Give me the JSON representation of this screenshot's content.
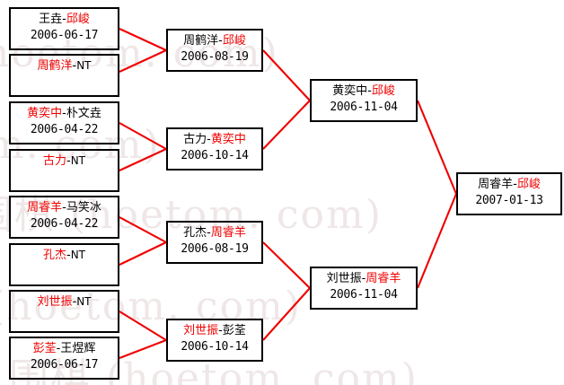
{
  "watermark": {
    "text_latin": "hoetom. com)",
    "text_cjk": "围棋 (h",
    "rows": [
      "hoetom. com)",
      "hoetom. com)",
      "围棋 (hoetom. com)",
      "围棋 (hoetom. com)",
      "围棋 (hoetom. com)"
    ]
  },
  "colors": {
    "winner": "#ef0000",
    "loser": "#000000",
    "connector": "#ef0000",
    "box_border": "#000000",
    "background": "#ffffff"
  },
  "bracket": {
    "rounds": [
      {
        "name": "round-1",
        "matches": [
          {
            "id": "r1m1",
            "player_a": "王垚",
            "player_b": "邱峻",
            "a_winner": false,
            "b_winner": true,
            "date": "2006-06-17"
          },
          {
            "id": "r1m2",
            "player_a": "周鹤洋",
            "player_b": "NT",
            "a_winner": true,
            "b_winner": false,
            "date": ""
          },
          {
            "id": "r1m3",
            "player_a": "黄奕中",
            "player_b": "朴文垚",
            "a_winner": true,
            "b_winner": false,
            "date": "2006-04-22"
          },
          {
            "id": "r1m4",
            "player_a": "古力",
            "player_b": "NT",
            "a_winner": true,
            "b_winner": false,
            "date": ""
          },
          {
            "id": "r1m5",
            "player_a": "周睿羊",
            "player_b": "马笑冰",
            "a_winner": true,
            "b_winner": false,
            "date": "2006-04-22"
          },
          {
            "id": "r1m6",
            "player_a": "孔杰",
            "player_b": "NT",
            "a_winner": true,
            "b_winner": false,
            "date": ""
          },
          {
            "id": "r1m7",
            "player_a": "刘世振",
            "player_b": "NT",
            "a_winner": true,
            "b_winner": false,
            "date": ""
          },
          {
            "id": "r1m8",
            "player_a": "彭荃",
            "player_b": "王煜辉",
            "a_winner": true,
            "b_winner": false,
            "date": "2006-06-17"
          }
        ]
      },
      {
        "name": "round-2",
        "matches": [
          {
            "id": "r2m1",
            "player_a": "周鹤洋",
            "player_b": "邱峻",
            "a_winner": false,
            "b_winner": true,
            "date": "2006-08-19"
          },
          {
            "id": "r2m2",
            "player_a": "古力",
            "player_b": "黄奕中",
            "a_winner": false,
            "b_winner": true,
            "date": "2006-10-14"
          },
          {
            "id": "r2m3",
            "player_a": "孔杰",
            "player_b": "周睿羊",
            "a_winner": false,
            "b_winner": true,
            "date": "2006-08-19"
          },
          {
            "id": "r2m4",
            "player_a": "刘世振",
            "player_b": "彭荃",
            "a_winner": true,
            "b_winner": false,
            "date": "2006-10-14"
          }
        ]
      },
      {
        "name": "round-3",
        "matches": [
          {
            "id": "r3m1",
            "player_a": "黄奕中",
            "player_b": "邱峻",
            "a_winner": false,
            "b_winner": true,
            "date": "2006-11-04"
          },
          {
            "id": "r3m2",
            "player_a": "刘世振",
            "player_b": "周睿羊",
            "a_winner": false,
            "b_winner": true,
            "date": "2006-11-04"
          }
        ]
      },
      {
        "name": "final",
        "matches": [
          {
            "id": "r4m1",
            "player_a": "周睿羊",
            "player_b": "邱峻",
            "a_winner": false,
            "b_winner": true,
            "date": "2007-01-13"
          }
        ]
      }
    ]
  }
}
